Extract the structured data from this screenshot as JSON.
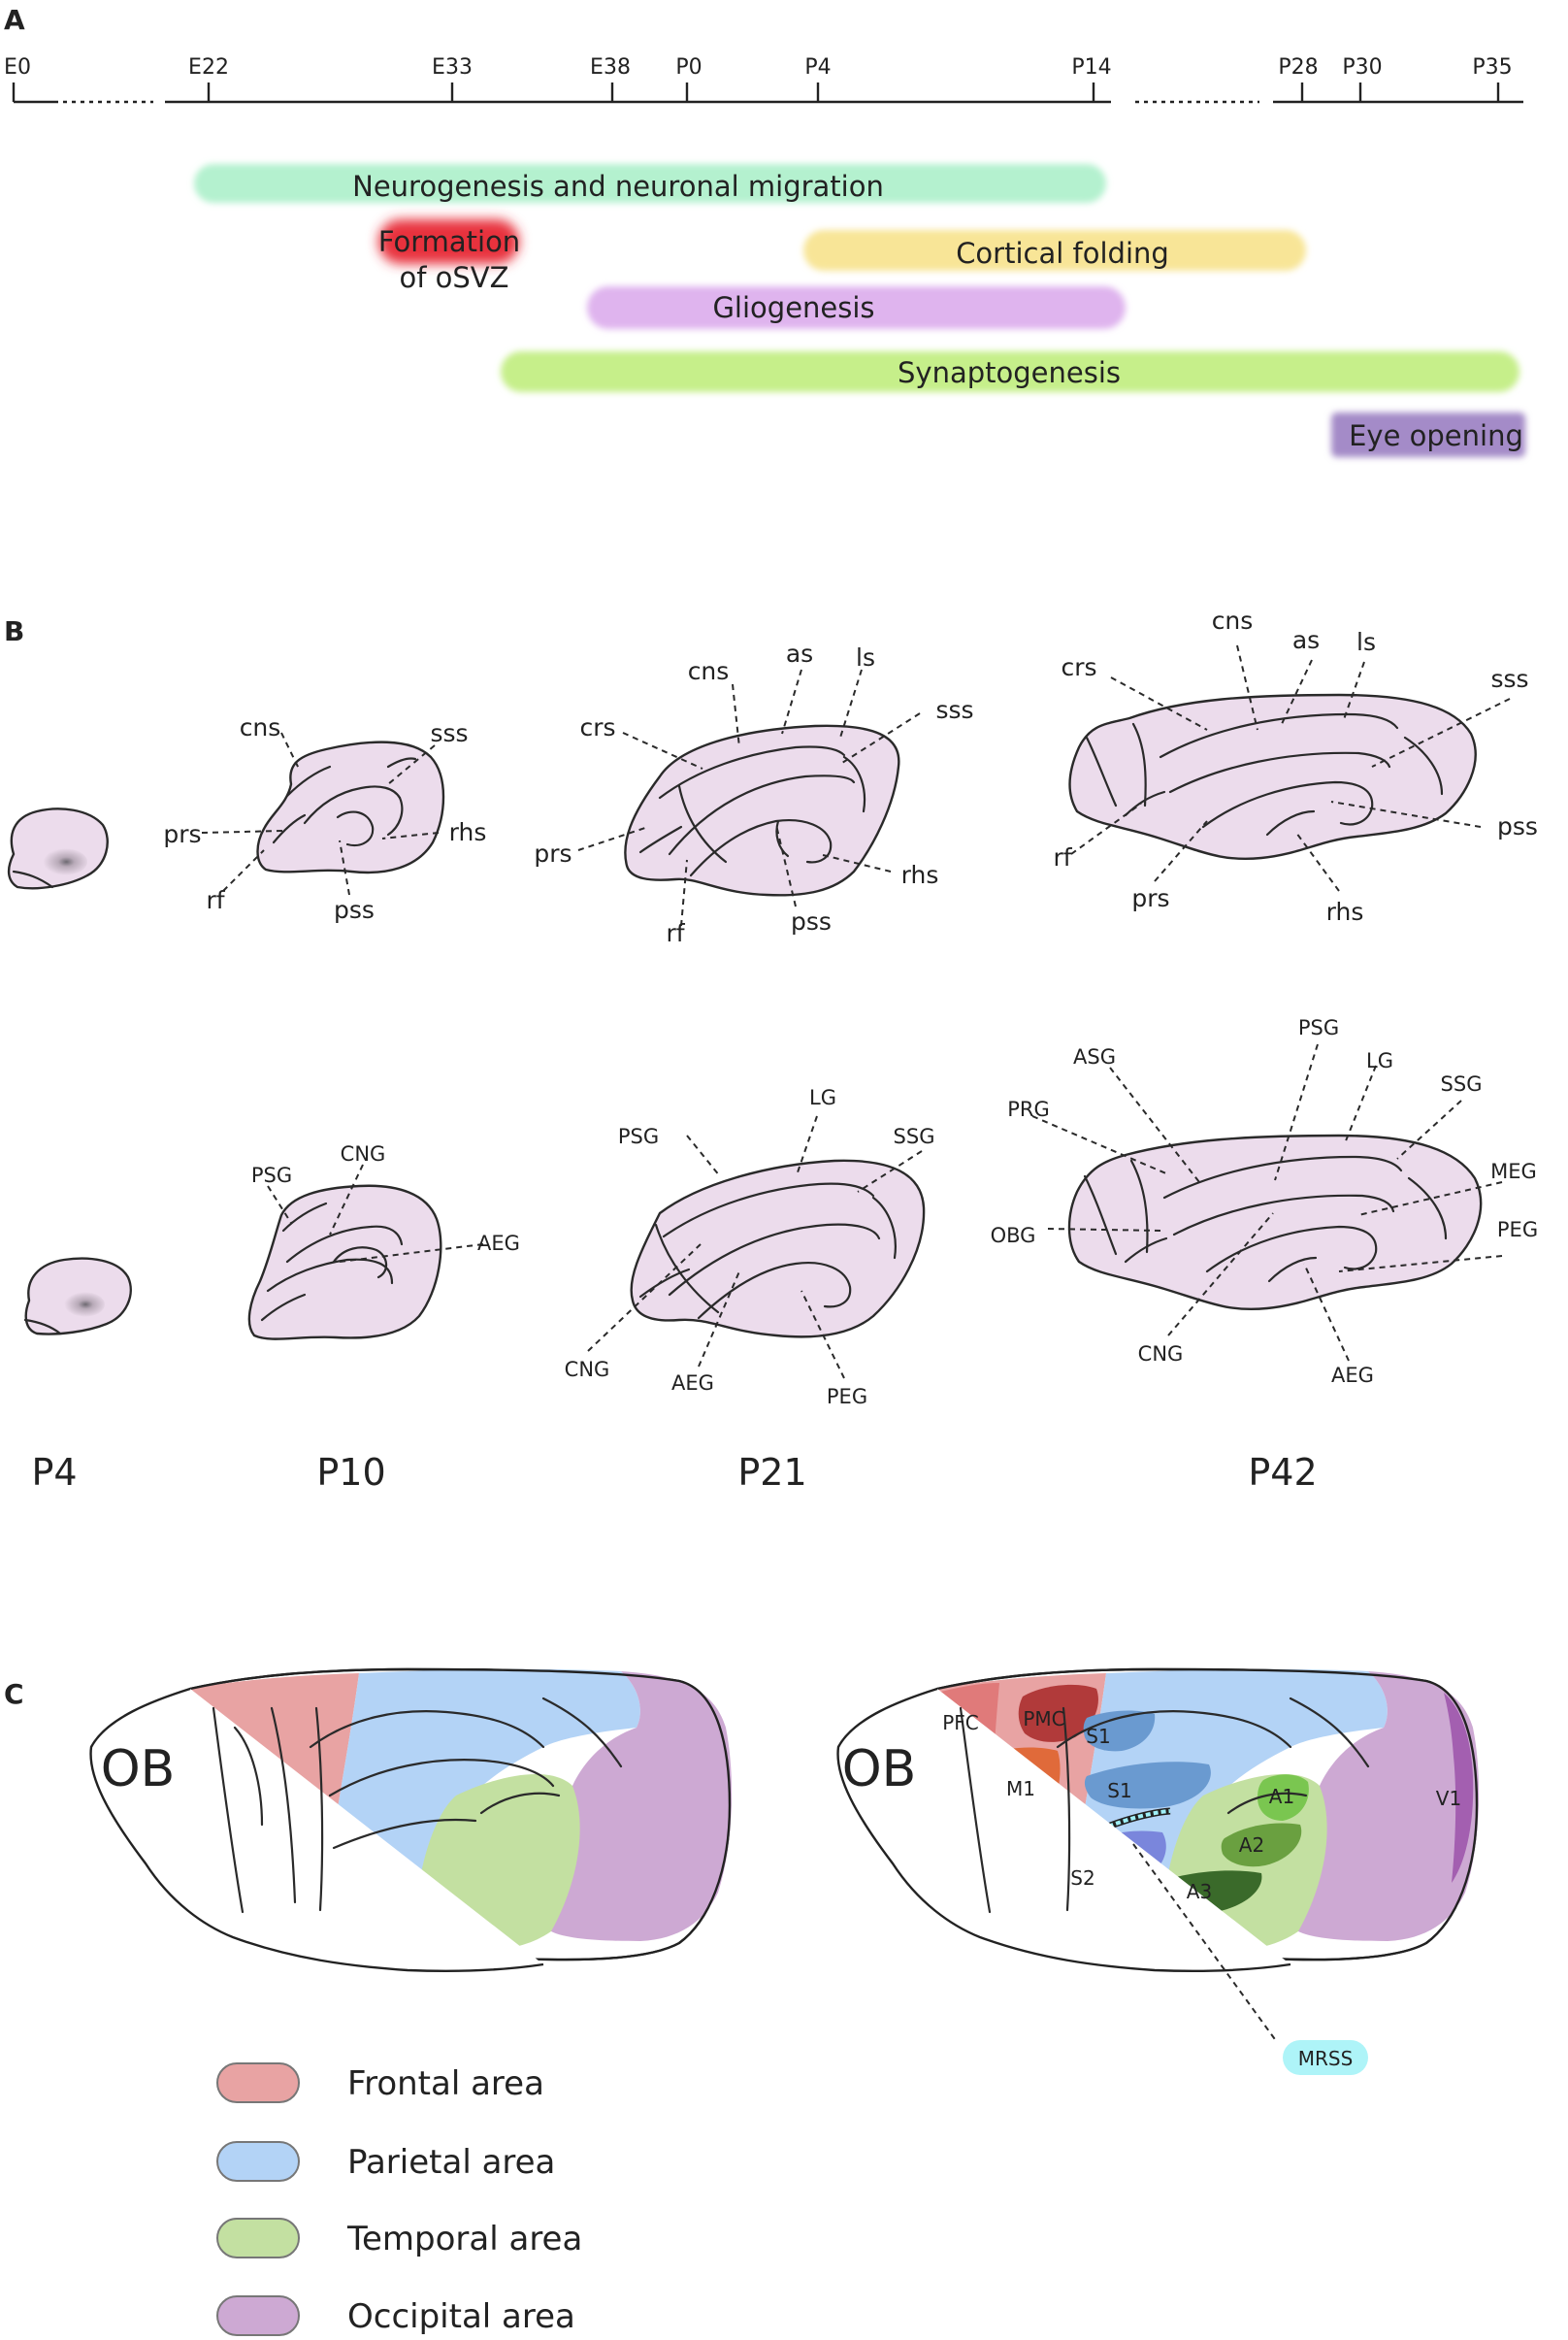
{
  "panels": {
    "a": "A",
    "b": "B",
    "c": "C"
  },
  "timeline": {
    "ticks": [
      "E0",
      "E22",
      "E33",
      "E38",
      "P0",
      "P4",
      "P14",
      "P28",
      "P30",
      "P35"
    ]
  },
  "events": [
    {
      "label": "Neurogenesis and neuronal migration",
      "color": "#b4f1cf"
    },
    {
      "label": "Formation\nof oSVZ",
      "color": "#e8303e"
    },
    {
      "label": "Cortical folding",
      "color": "#f8e597"
    },
    {
      "label": "Gliogenesis",
      "color": "#dfb4ee"
    },
    {
      "label": "Synaptogenesis",
      "color": "#c6ef8a"
    },
    {
      "label": "Eye opening",
      "color": "#a48bc8"
    }
  ],
  "sulci": {
    "p10": [
      "cns",
      "sss",
      "prs",
      "rhs",
      "rf",
      "pss"
    ],
    "p21": [
      "cns",
      "as",
      "ls",
      "crs",
      "sss",
      "prs",
      "rhs",
      "rf",
      "pss"
    ],
    "p42": [
      "cns",
      "as",
      "ls",
      "crs",
      "sss",
      "pss",
      "rf",
      "prs",
      "rhs"
    ]
  },
  "gyri": {
    "p10": [
      "PSG",
      "CNG",
      "AEG"
    ],
    "p21": [
      "PSG",
      "LG",
      "SSG",
      "CNG",
      "AEG",
      "PEG"
    ],
    "p42": [
      "PSG",
      "ASG",
      "LG",
      "SSG",
      "PRG",
      "MEG",
      "OBG",
      "PEG",
      "CNG",
      "AEG"
    ]
  },
  "ages": [
    "P4",
    "P10",
    "P21",
    "P42"
  ],
  "cortex": {
    "ob": "OB",
    "regions": [
      "PFC",
      "PMC",
      "S1",
      "M1",
      "S1",
      "A1",
      "V1",
      "A2",
      "S2",
      "A3"
    ],
    "mrss": "MRSS"
  },
  "legend": [
    {
      "label": "Frontal area",
      "color": "#e8a3a3"
    },
    {
      "label": "Parietal area",
      "color": "#b3d3f6"
    },
    {
      "label": "Temporal area",
      "color": "#c3e0a1"
    },
    {
      "label": "Occipital area",
      "color": "#cda9d3"
    }
  ]
}
